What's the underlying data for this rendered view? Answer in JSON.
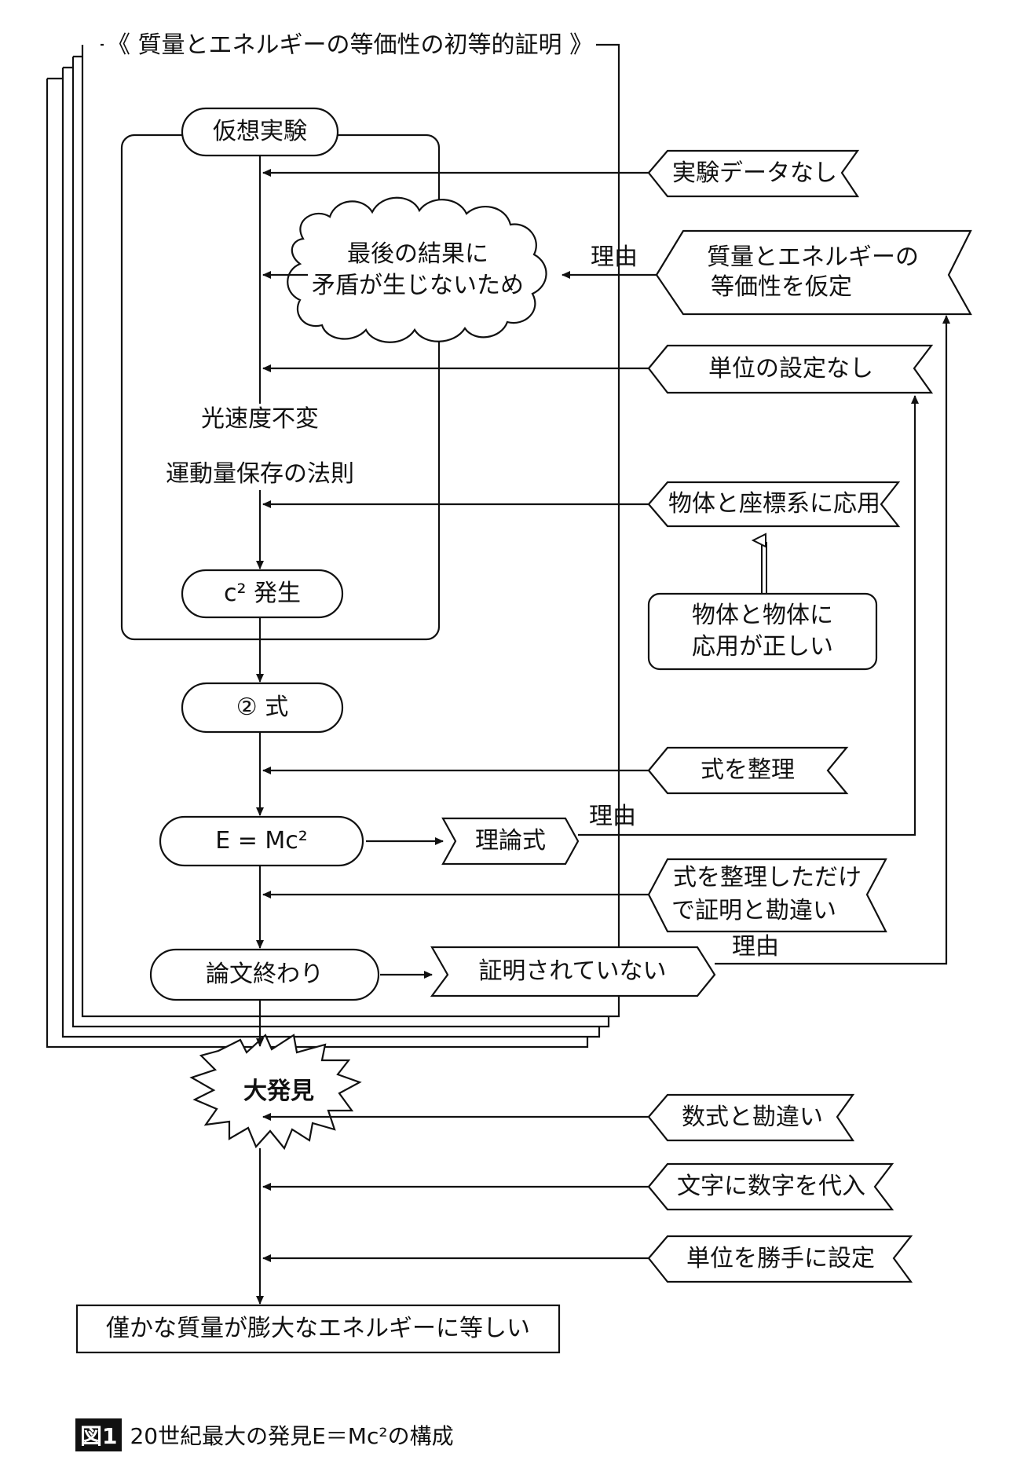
{
  "title": "《 質量とエネルギーの等価性の初等的証明 》",
  "steps": {
    "thought_experiment": "仮想実験",
    "cloud_line1": "最後の結果に",
    "cloud_line2": "矛盾が生じないため",
    "light_speed": "光速度不変",
    "momentum": "運動量保存の法則",
    "c2": "c² 発生",
    "eq2": "② 式",
    "emc2": "E = Mc²",
    "paper_end": "論文終わり",
    "discovery": "大発見",
    "final": "僅かな質量が膨大なエネルギーに等しい"
  },
  "notes": {
    "no_data": "実験データなし",
    "assume_line1": "質量とエネルギーの",
    "assume_line2": "等価性を仮定",
    "no_unit": "単位の設定なし",
    "apply": "物体と座標系に応用",
    "obj_line1": "物体と物体に",
    "obj_line2": "応用が正しい",
    "arrange": "式を整理",
    "theory": "理論式",
    "misunder_line1": "式を整理しただけ",
    "misunder_line2": "で証明と勘違い",
    "unproven": "証明されていない",
    "num_misunder": "数式と勘違い",
    "substitute": "文字に数字を代入",
    "unit_arbitrary": "単位を勝手に設定"
  },
  "reason_labels": {
    "r1": "理由",
    "r2": "理由",
    "r3": "理由"
  },
  "caption": {
    "tag": "図1",
    "text": "20世紀最大の発見E＝Mc²の構成"
  }
}
